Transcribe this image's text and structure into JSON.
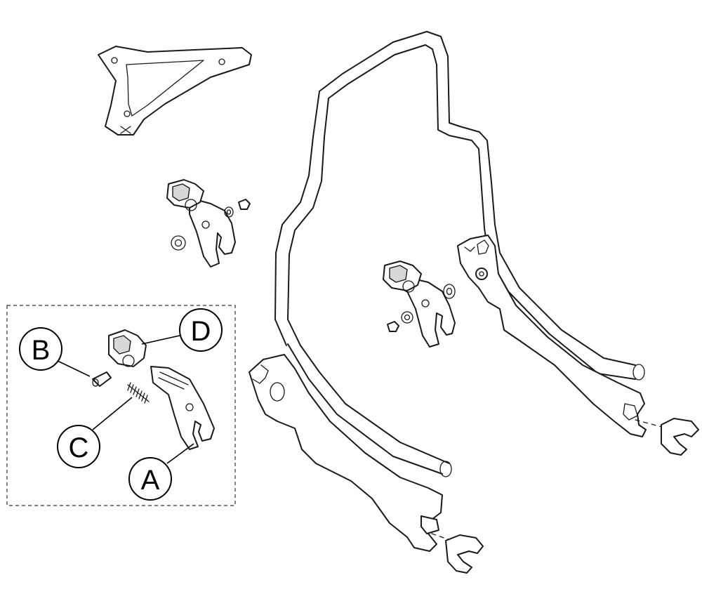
{
  "callouts": {
    "a": "A",
    "b": "B",
    "c": "C",
    "d": "D"
  },
  "colors": {
    "line": "#1a1a1a",
    "background": "#ffffff",
    "shade": "#d8d8d8"
  }
}
